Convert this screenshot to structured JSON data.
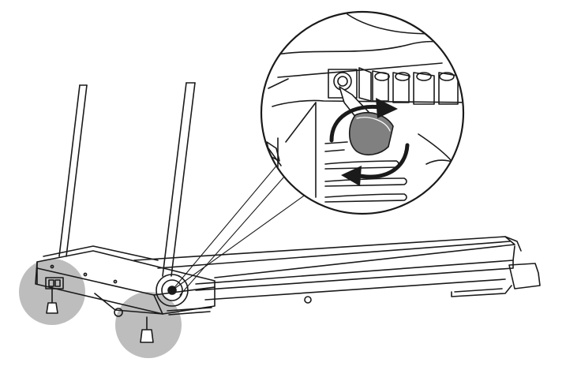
{
  "figure": {
    "kind": "line-art assembly illustration",
    "ink_color": "#1a1a1a",
    "highlight_fill": "#bdbdbd",
    "background": "#ffffff",
    "rotation_arrows": 2,
    "highlighted_feet": 2
  }
}
